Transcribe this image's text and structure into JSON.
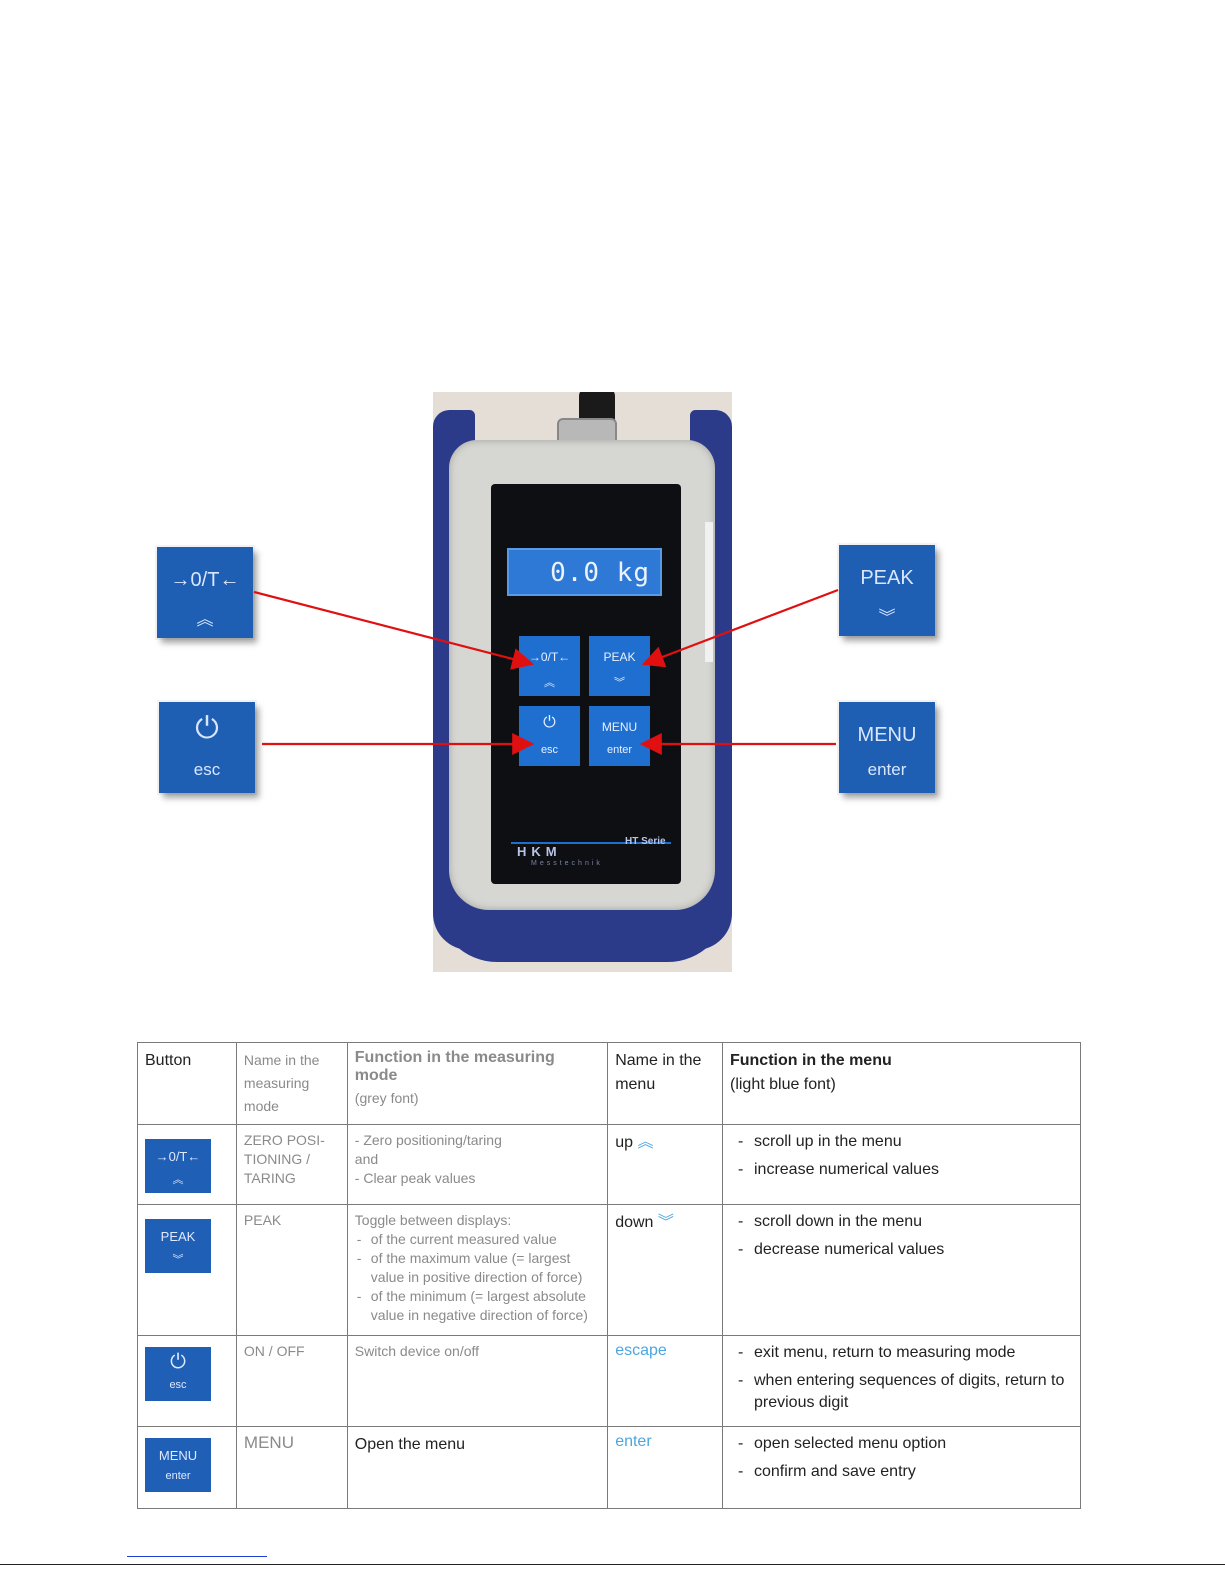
{
  "device": {
    "display_value": "0.0 kg",
    "keys": {
      "zero_tare": {
        "top": "→0/T←",
        "bottom": "︽"
      },
      "peak": {
        "top": "PEAK",
        "bottom": "︾"
      },
      "power": {
        "top": "⏻",
        "bottom": "esc"
      },
      "menu": {
        "top": "MENU",
        "bottom": "enter"
      }
    },
    "brand": "HKM",
    "brand_sub": "Messtechnik",
    "series": "HT Serie"
  },
  "callouts": {
    "zero_tare": {
      "top": "→0/T←",
      "bottom": "︽"
    },
    "peak": {
      "top": "PEAK",
      "bottom": "︾"
    },
    "power": {
      "top": "⏻",
      "bottom": "esc"
    },
    "menu": {
      "top": "MENU",
      "bottom": "enter"
    }
  },
  "arrow_color": "#e01010",
  "table": {
    "headers": {
      "button": "Button",
      "name_measuring": "Name in the measuring mode",
      "function_measuring": "Function in the measuring mode",
      "function_measuring_note": "(grey font)",
      "name_menu": "Name in the menu",
      "function_menu": "Function in the menu",
      "function_menu_note": "(light blue font)"
    },
    "rows": [
      {
        "key_top": "→0/T←",
        "key_bottom": "︽",
        "name_measuring": "ZERO POSI-TIONING / TARING",
        "function_measuring": [
          "- Zero positioning/taring",
          "and",
          "- Clear peak values"
        ],
        "name_menu": "up",
        "name_menu_icon": "︽",
        "function_menu": [
          "scroll up in the menu",
          "increase numerical values"
        ]
      },
      {
        "key_top": "PEAK",
        "key_bottom": "︾",
        "name_measuring": "PEAK",
        "function_measuring_intro": "Toggle between displays:",
        "function_measuring": [
          "of the current measured value",
          "of the maximum value (= largest value in positive direction of force)",
          "of the minimum (= largest absolute value in negative direction of force)"
        ],
        "name_menu": "down",
        "name_menu_icon": "︾",
        "function_menu": [
          "scroll down in the menu",
          "decrease numerical values"
        ]
      },
      {
        "key_top": "⏻",
        "key_bottom": "esc",
        "name_measuring": "ON / OFF",
        "function_measuring": "Switch device on/off",
        "name_menu": "escape",
        "function_menu": [
          "exit menu, return to measuring mode",
          "when entering sequences of digits, return to previous digit"
        ]
      },
      {
        "key_top": "MENU",
        "key_bottom": "enter",
        "name_measuring": "MENU",
        "function_measuring": "Open the menu",
        "name_menu": "enter",
        "function_menu": [
          "open selected menu option",
          "confirm and save entry"
        ]
      }
    ]
  }
}
